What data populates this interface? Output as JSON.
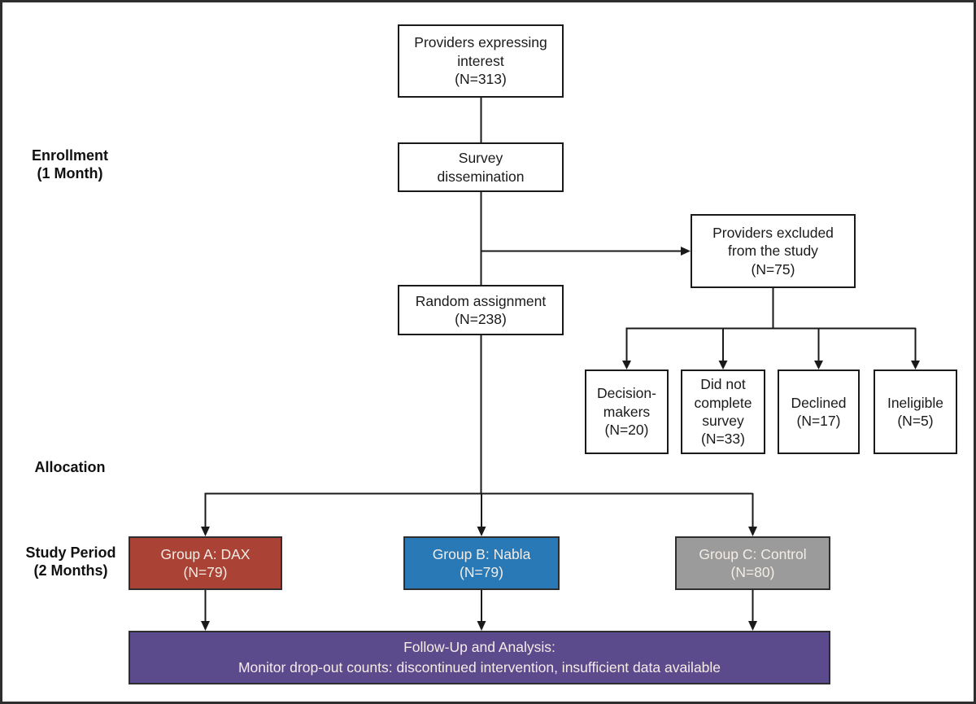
{
  "diagram": {
    "stages": {
      "enrollment": "Enrollment\n(1 Month)",
      "allocation": "Allocation",
      "study_period": "Study Period\n(2 Months)"
    },
    "nodes": {
      "interest": "Providers expressing\ninterest\n(N=313)",
      "survey": "Survey\ndissemination",
      "excluded": "Providers excluded\nfrom the study\n(N=75)",
      "random": "Random assignment\n(N=238)",
      "decision_makers": "Decision-\nmakers\n(N=20)",
      "did_not_complete": "Did not\ncomplete\nsurvey\n(N=33)",
      "declined": "Declined\n(N=17)",
      "ineligible": "Ineligible\n(N=5)",
      "group_a": "Group A: DAX\n(N=79)",
      "group_b": "Group B: Nabla\n(N=79)",
      "group_c": "Group C: Control\n(N=80)",
      "followup": "Follow-Up and Analysis:\nMonitor drop-out counts: discontinued intervention, insufficient data available"
    },
    "counts": {
      "interest": 313,
      "excluded": 75,
      "random": 238,
      "decision_makers": 20,
      "did_not_complete": 33,
      "declined": 17,
      "ineligible": 5,
      "group_a": 79,
      "group_b": 79,
      "group_c": 80
    },
    "colors": {
      "group_a": "#AA4335",
      "group_b": "#2979B6",
      "group_c": "#9B9B9B",
      "followup": "#5B4A8C",
      "line": "#1a1a1a",
      "box_border": "#1a1a1a",
      "light_text": "#F3EDE6",
      "background": "#FFFFFF"
    }
  }
}
